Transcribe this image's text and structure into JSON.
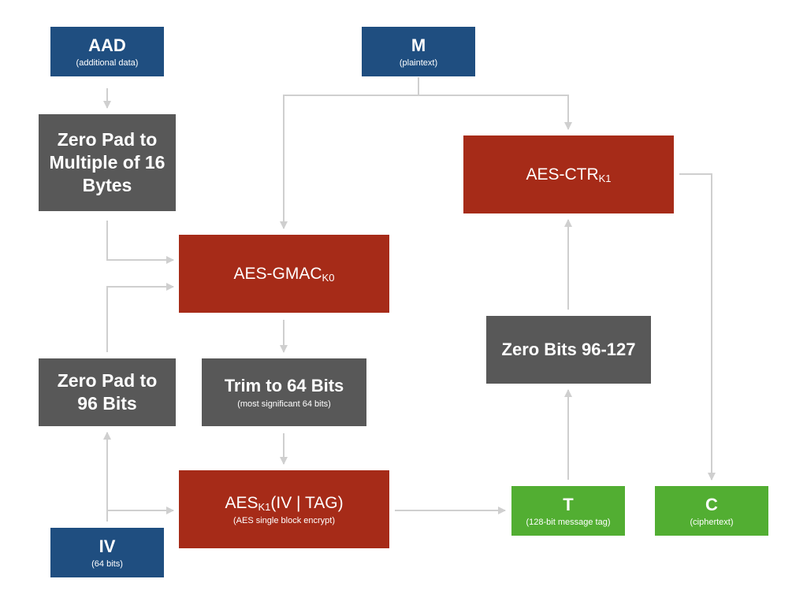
{
  "nodes": {
    "aad": {
      "title": "AAD",
      "sub": "(additional data)",
      "color": "#1f4e80"
    },
    "m": {
      "title": "M",
      "sub": "(plaintext)",
      "color": "#1f4e80"
    },
    "zero_pad_16": {
      "lines": [
        "Zero Pad to",
        "Multiple of 16",
        "Bytes"
      ],
      "color": "#585858"
    },
    "aes_ctr": {
      "title": "AES-CTR",
      "subscript": "K1",
      "color": "#a62b18"
    },
    "aes_gmac": {
      "title": "AES-GMAC",
      "subscript": "K0",
      "color": "#a62b18"
    },
    "zero_bits": {
      "title": "Zero Bits 96-127",
      "color": "#585858"
    },
    "zero_pad_96": {
      "lines": [
        "Zero Pad to",
        "96 Bits"
      ],
      "color": "#585858"
    },
    "trim_64": {
      "title": "Trim to 64 Bits",
      "sub": "(most significant 64 bits)",
      "color": "#585858"
    },
    "aes_k1": {
      "title_pre": "AES",
      "subscript": "K1",
      "title_post": "(IV | TAG)",
      "sub": "(AES single block encrypt)",
      "color": "#a62b18"
    },
    "t": {
      "title": "T",
      "sub": "(128-bit message tag)",
      "color": "#52ae32"
    },
    "c": {
      "title": "C",
      "sub": "(ciphertext)",
      "color": "#52ae32"
    },
    "iv": {
      "title": "IV",
      "sub": "(64 bits)",
      "color": "#1f4e80"
    }
  },
  "edge_color": "#cfcfcf"
}
